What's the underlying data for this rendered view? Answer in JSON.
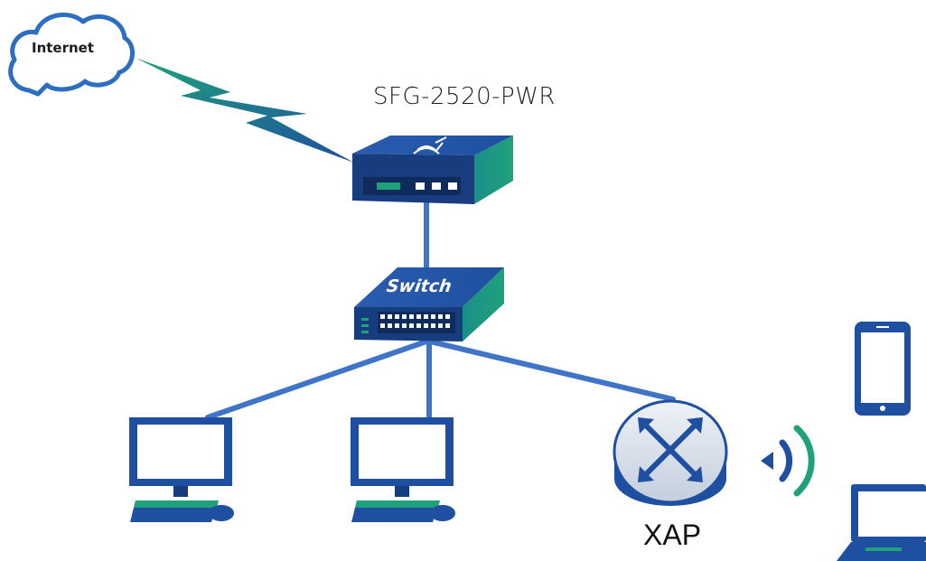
{
  "diagram": {
    "cloud_label": "Internet",
    "router_label": "SFG-2520-PWR",
    "switch_label": "Switch",
    "ap_label": "XAP"
  },
  "colors": {
    "device_blue": "#1f4fa0",
    "device_dark": "#173d7f",
    "accent_teal": "#1fa27b",
    "link_blue": "#3f74c7",
    "cloud_outline": "#2c6fc0"
  },
  "icons": [
    "cloud-icon",
    "lightning-link-icon",
    "router-icon",
    "switch-icon",
    "pc-icon",
    "access-point-icon",
    "wifi-signal-icon",
    "smartphone-icon",
    "laptop-icon"
  ]
}
